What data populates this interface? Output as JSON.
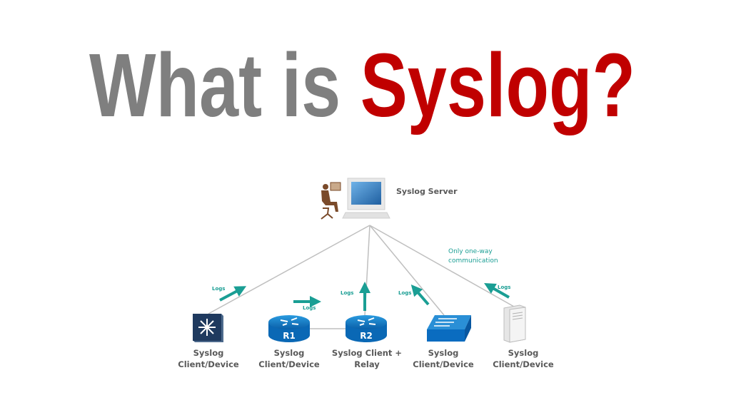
{
  "title": {
    "part1": "What is",
    "part2": "Syslog?",
    "color1": "#7f7f7f",
    "color2": "#c00000"
  },
  "server": {
    "label": "Syslog Server"
  },
  "note": {
    "line1": "Only one-way",
    "line2": "communication"
  },
  "logs_label": "Logs",
  "devices": [
    {
      "line1": "Syslog",
      "line2": "Client/Device",
      "icon": "multilayer-switch"
    },
    {
      "line1": "Syslog",
      "line2": "Client/Device",
      "icon": "router",
      "name": "R1"
    },
    {
      "line1": "Syslog Client +",
      "line2": "Relay",
      "icon": "router",
      "name": "R2"
    },
    {
      "line1": "Syslog",
      "line2": "Client/Device",
      "icon": "switch"
    },
    {
      "line1": "Syslog",
      "line2": "Client/Device",
      "icon": "server-tower"
    }
  ],
  "accent": "#1a9e94"
}
